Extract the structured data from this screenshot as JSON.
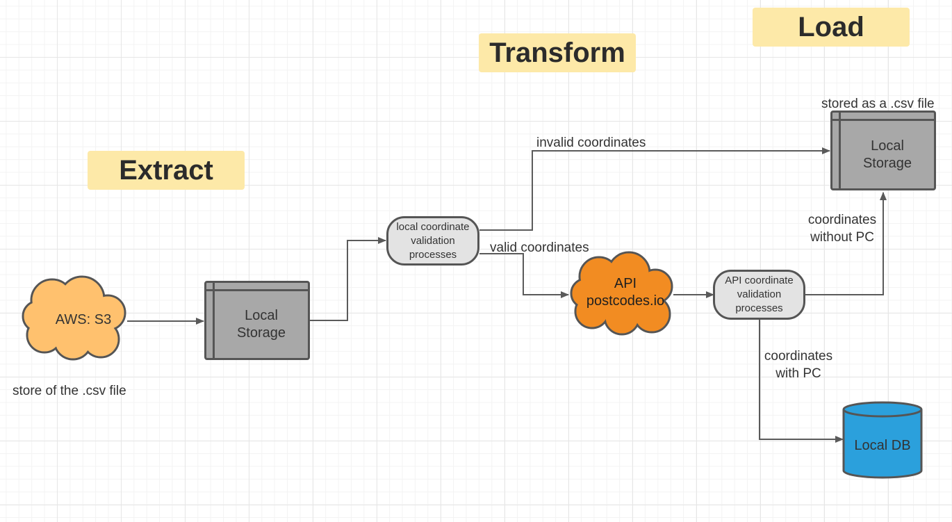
{
  "phases": {
    "extract": "Extract",
    "transform": "Transform",
    "load": "Load"
  },
  "nodes": {
    "aws_s3": {
      "label": "AWS: S3",
      "caption": "store of the .csv file",
      "fill": "#ffc16e"
    },
    "local_storage_extract": {
      "line1": "Local",
      "line2": "Storage"
    },
    "local_validation": {
      "line1": "local coordinate",
      "line2": "validation",
      "line3": "processes"
    },
    "api_postcodes": {
      "line1": "API",
      "line2": "postcodes.io",
      "fill": "#f28c22"
    },
    "api_validation": {
      "line1": "API coordinate",
      "line2": "validation",
      "line3": "processes"
    },
    "local_storage_load": {
      "caption": "stored as a .csv file",
      "line1": "Local",
      "line2": "Storage"
    },
    "local_db": {
      "label": "Local DB",
      "fill": "#2ba0dc"
    }
  },
  "edges": {
    "invalid": "invalid coordinates",
    "valid": "valid coordinates",
    "without_pc_1": "coordinates",
    "without_pc_2": "without PC",
    "with_pc_1": "coordinates",
    "with_pc_2": "with PC"
  }
}
